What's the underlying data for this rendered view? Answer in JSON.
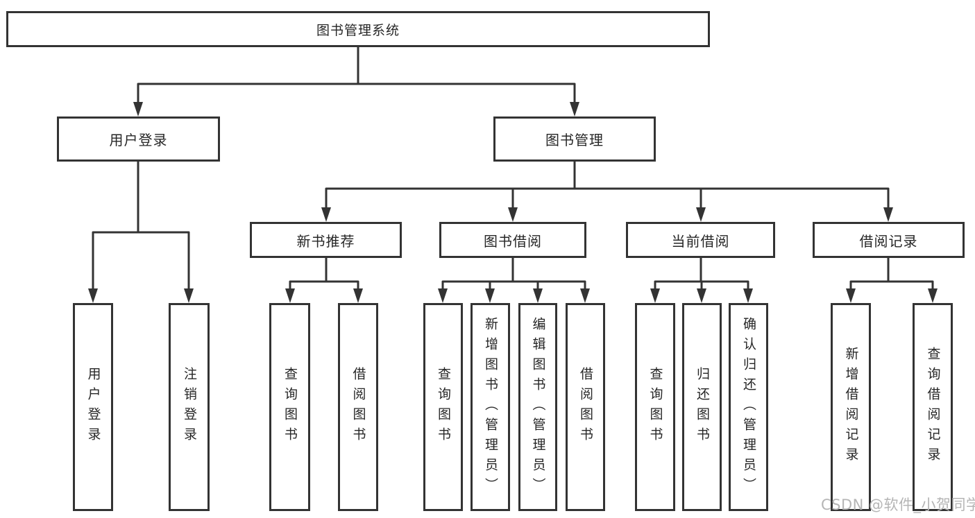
{
  "diagram": {
    "root": {
      "label": "图书管理系统"
    },
    "level2": {
      "user_login": {
        "label": "用户登录"
      },
      "book_management": {
        "label": "图书管理"
      }
    },
    "level3": {
      "new_book_recommend": {
        "label": "新书推荐"
      },
      "book_borrowing": {
        "label": "图书借阅"
      },
      "current_borrowing": {
        "label": "当前借阅"
      },
      "borrowing_records": {
        "label": "借阅记录"
      }
    },
    "leaves": {
      "login": {
        "label": "用户登录"
      },
      "logout": {
        "label": "注销登录"
      },
      "nb_query": {
        "label": "查询图书"
      },
      "nb_borrow": {
        "label": "借阅图书"
      },
      "bb_query": {
        "label": "查询图书"
      },
      "bb_add": {
        "label": "新增图书（管理员）"
      },
      "bb_edit": {
        "label": "编辑图书（管理员）"
      },
      "bb_borrow": {
        "label": "借阅图书"
      },
      "cb_query": {
        "label": "查询图书"
      },
      "cb_return": {
        "label": "归还图书"
      },
      "cb_confirm": {
        "label": "确认归还（管理员）"
      },
      "br_add": {
        "label": "新增借阅记录"
      },
      "br_query": {
        "label": "查询借阅记录"
      }
    },
    "watermark": "CSDN @软件_小贺同学",
    "colors": {
      "line": "#333333",
      "text": "#262626",
      "watermark": "#b5b5b5",
      "background": "#ffffff"
    }
  }
}
